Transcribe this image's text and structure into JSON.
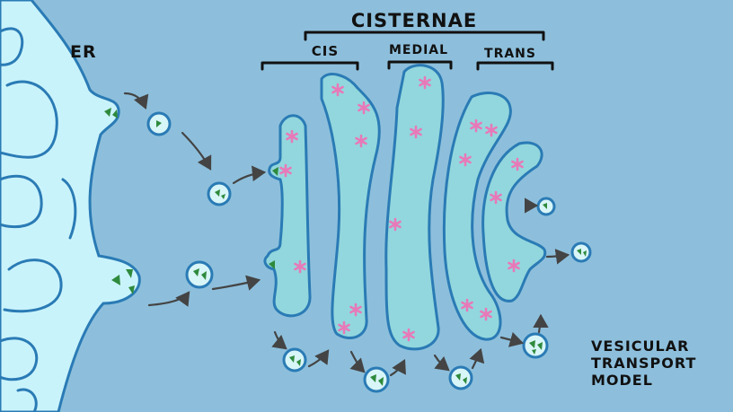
{
  "labels": {
    "er": "ER",
    "cisternae": "CISTERNAE",
    "cis": "CIS",
    "medial": "MEDIAL",
    "trans": "TRANS",
    "model_line1": "VESICULAR",
    "model_line2": "TRANSPORT",
    "model_line3": "MODEL"
  },
  "colors": {
    "background": "#8dbfdc",
    "er_fill": "#c9f3fb",
    "membrane": "#2a7bb5",
    "cisterna_fill": "#92d7dd",
    "vesicle_fill": "#d8f5f8",
    "cargo": "#2e8a3c",
    "enzyme": "#e879b8",
    "arrow": "#444444",
    "text": "#111111"
  }
}
